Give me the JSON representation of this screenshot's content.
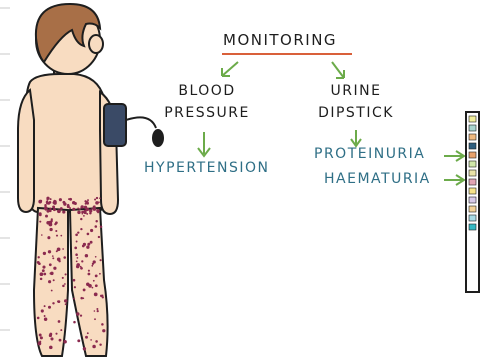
{
  "title": "MONITORING",
  "branches": [
    {
      "heading_line1": "BLOOD",
      "heading_line2": "PRESSURE",
      "findings": [
        "HYPERTENSION"
      ]
    },
    {
      "heading_line1": "URINE",
      "heading_line2": "DIPSTICK",
      "findings": [
        "PROTEINURIA",
        "HAEMATURIA"
      ]
    }
  ],
  "colors": {
    "ink": "#1e1e1e",
    "underline": "#d9603a",
    "arrow": "#6cab4a",
    "finding_text": "#2f6f86",
    "skin": "#f8dcc1",
    "hair": "#a86f47",
    "rash": "#8b2a4f",
    "cuff": "#3a4a66"
  },
  "icons": [
    "child-figure",
    "blood-pressure-cuff-icon",
    "urine-dipstick-icon"
  ],
  "dipstick_pad_colors": [
    "#f2ef9c",
    "#a8d5cf",
    "#f0b97f",
    "#2c5d7e",
    "#e8a16b",
    "#cfe6a8",
    "#e9e3a7",
    "#e1a4b3",
    "#f5e389",
    "#d6c9e8",
    "#f2d197",
    "#a7dbe6",
    "#35b9c3"
  ]
}
